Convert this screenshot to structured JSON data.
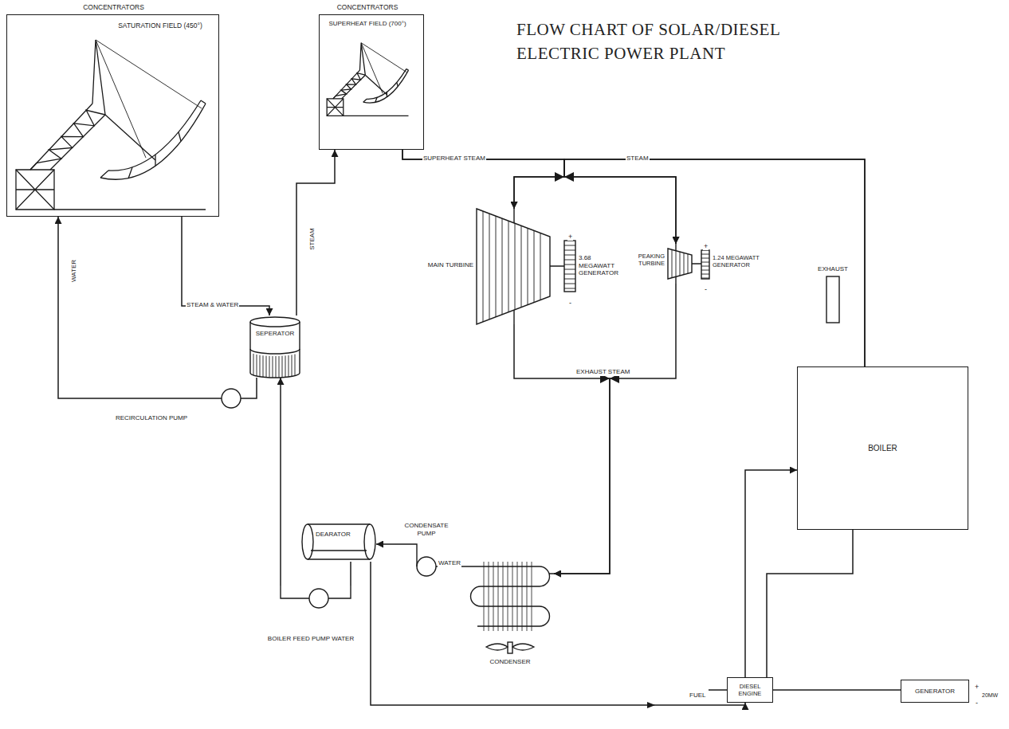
{
  "diagram": {
    "title": "FLOW CHART OF SOLAR/DIESEL ELECTRIC POWER PLANT",
    "nodes": [
      {
        "text": [
          "CONCENTRATORS",
          "SATURATION FIELD (450°)"
        ]
      },
      {
        "text": [
          "CONCENTRATORS",
          "SUPERHEAT FIELD (700°)"
        ]
      },
      {
        "text": [
          "SEPERATOR"
        ]
      },
      {
        "text": [
          "RECIRCULATION PUMP"
        ]
      },
      {
        "text": [
          "MAIN TURBINE"
        ]
      },
      {
        "text": [
          "3.68 MEGAWATT GENERATOR"
        ]
      },
      {
        "text": [
          "PEAKING TURBINE"
        ]
      },
      {
        "text": [
          "1.24 MEGAWATT GENERATOR"
        ]
      },
      {
        "text": [
          "EXHAUST"
        ]
      },
      {
        "text": [
          "BOILER"
        ]
      },
      {
        "text": [
          "DEARATOR"
        ]
      },
      {
        "text": [
          "CONDENSATE PUMP"
        ]
      },
      {
        "text": [
          "CONDENSER"
        ]
      },
      {
        "text": [
          "BOILER FEED PUMP WATER"
        ]
      },
      {
        "text": [
          "DIESEL ENGINE"
        ]
      },
      {
        "text": [
          "GENERATOR"
        ]
      }
    ],
    "edges": [
      {
        "from": 3,
        "to": 0,
        "arrow": "to",
        "label": "WATER"
      },
      {
        "from": 0,
        "to": 2,
        "arrow": "to",
        "label": "STEAM & WATER"
      },
      {
        "from": 2,
        "to": 1,
        "arrow": "to",
        "label": "STEAM"
      },
      {
        "from": 2,
        "to": 3,
        "arrow": "none"
      },
      {
        "from": 1,
        "to": 4,
        "arrow": "to",
        "label": "SUPERHEAT STEAM"
      },
      {
        "from": 1,
        "to": 6,
        "arrow": "to"
      },
      {
        "from": 9,
        "to": 4,
        "arrow": "to",
        "label": "STEAM"
      },
      {
        "from": 9,
        "to": 6,
        "arrow": "to"
      },
      {
        "from": 4,
        "to": 12,
        "arrow": "to",
        "label": "EXHAUST STEAM"
      },
      {
        "from": 6,
        "to": 12,
        "arrow": "to"
      },
      {
        "from": 12,
        "to": 11,
        "arrow": "none",
        "label": "WATER"
      },
      {
        "from": 11,
        "to": 10,
        "arrow": "to"
      },
      {
        "from": 10,
        "to": 13,
        "arrow": "none"
      },
      {
        "from": 13,
        "to": 2,
        "arrow": "to"
      },
      {
        "from": 10,
        "to": 14,
        "arrow": "to"
      },
      {
        "from": 14,
        "to": 9,
        "arrow": "to"
      },
      {
        "from": 14,
        "to": 9,
        "arrow": "none"
      },
      {
        "from": 4,
        "to": 5,
        "arrow": "none"
      },
      {
        "from": 6,
        "to": 7,
        "arrow": "none"
      },
      {
        "from": 14,
        "to": 15,
        "arrow": "none"
      }
    ],
    "labels": [
      "+",
      "-",
      "+",
      "-",
      "FUEL",
      "+",
      "20MW",
      "-"
    ]
  }
}
